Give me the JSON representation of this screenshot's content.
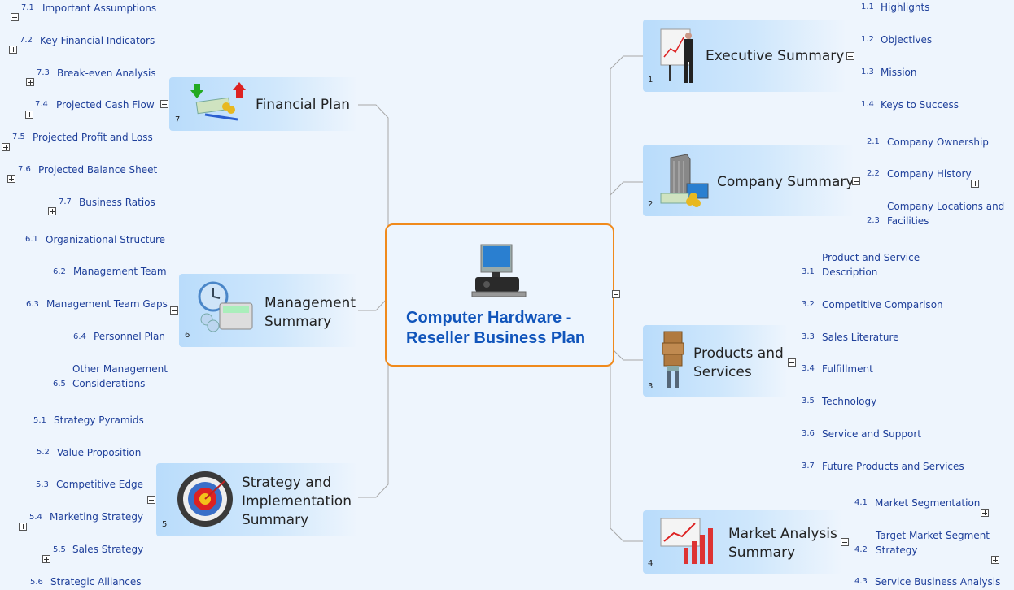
{
  "center": {
    "title_line1": "Computer Hardware -",
    "title_line2": "Reseller Business Plan",
    "icon": "computer-icon"
  },
  "nodes": {
    "executive": {
      "number": "1",
      "label": "Executive Summary",
      "icon": "presenter-chart-icon",
      "items": [
        {
          "n": "1.1",
          "label": "Highlights"
        },
        {
          "n": "1.2",
          "label": "Objectives"
        },
        {
          "n": "1.3",
          "label": "Mission"
        },
        {
          "n": "1.4",
          "label": "Keys to Success"
        }
      ]
    },
    "company": {
      "number": "2",
      "label": "Company Summary",
      "icon": "building-money-icon",
      "items": [
        {
          "n": "2.1",
          "label": "Company Ownership"
        },
        {
          "n": "2.2",
          "label": "Company History"
        },
        {
          "n": "2.3",
          "label_line1": "Company Locations and",
          "label_line2": "Facilities"
        }
      ]
    },
    "products": {
      "number": "3",
      "label_line1": "Products and",
      "label_line2": "Services",
      "icon": "delivery-man-icon",
      "items": [
        {
          "n": "3.1",
          "label_line1": "Product and Service",
          "label_line2": "Description"
        },
        {
          "n": "3.2",
          "label": "Competitive Comparison"
        },
        {
          "n": "3.3",
          "label": "Sales Literature"
        },
        {
          "n": "3.4",
          "label": "Fulfillment"
        },
        {
          "n": "3.5",
          "label": "Technology"
        },
        {
          "n": "3.6",
          "label": "Service and Support"
        },
        {
          "n": "3.7",
          "label": "Future Products and Services"
        }
      ]
    },
    "market": {
      "number": "4",
      "label_line1": "Market Analysis",
      "label_line2": "Summary",
      "icon": "bar-chart-icon",
      "items": [
        {
          "n": "4.1",
          "label": "Market Segmentation"
        },
        {
          "n": "4.2",
          "label_line1": "Target Market Segment",
          "label_line2": "Strategy"
        },
        {
          "n": "4.3",
          "label": "Service Business Analysis"
        }
      ]
    },
    "strategy": {
      "number": "5",
      "label_line1": "Strategy and",
      "label_line2": "Implementation",
      "label_line3": "Summary",
      "icon": "target-icon",
      "items": [
        {
          "n": "5.1",
          "label": "Strategy Pyramids"
        },
        {
          "n": "5.2",
          "label": "Value Proposition"
        },
        {
          "n": "5.3",
          "label": "Competitive Edge"
        },
        {
          "n": "5.4",
          "label": "Marketing Strategy"
        },
        {
          "n": "5.5",
          "label": "Sales Strategy"
        },
        {
          "n": "5.6",
          "label": "Strategic Alliances"
        }
      ]
    },
    "management": {
      "number": "6",
      "label_line1": "Management",
      "label_line2": "Summary",
      "icon": "clock-calculator-icon",
      "items": [
        {
          "n": "6.1",
          "label": "Organizational Structure"
        },
        {
          "n": "6.2",
          "label": "Management Team"
        },
        {
          "n": "6.3",
          "label": "Management Team Gaps"
        },
        {
          "n": "6.4",
          "label": "Personnel Plan"
        },
        {
          "n": "6.5",
          "label_line1": "Other Management",
          "label_line2": "Considerations"
        }
      ]
    },
    "financial": {
      "number": "7",
      "label": "Financial Plan",
      "icon": "money-arrows-icon",
      "items": [
        {
          "n": "7.1",
          "label": "Important Assumptions"
        },
        {
          "n": "7.2",
          "label": "Key Financial Indicators"
        },
        {
          "n": "7.3",
          "label": "Break-even Analysis"
        },
        {
          "n": "7.4",
          "label": "Projected Cash Flow"
        },
        {
          "n": "7.5",
          "label": "Projected Profit and Loss"
        },
        {
          "n": "7.6",
          "label": "Projected Balance Sheet"
        },
        {
          "n": "7.7",
          "label": "Business Ratios"
        }
      ]
    }
  },
  "colors": {
    "center_border": "#f08a1c",
    "center_title": "#1155bb",
    "leaf_text": "#1e3f9a",
    "connector": "#a0a0a0"
  }
}
